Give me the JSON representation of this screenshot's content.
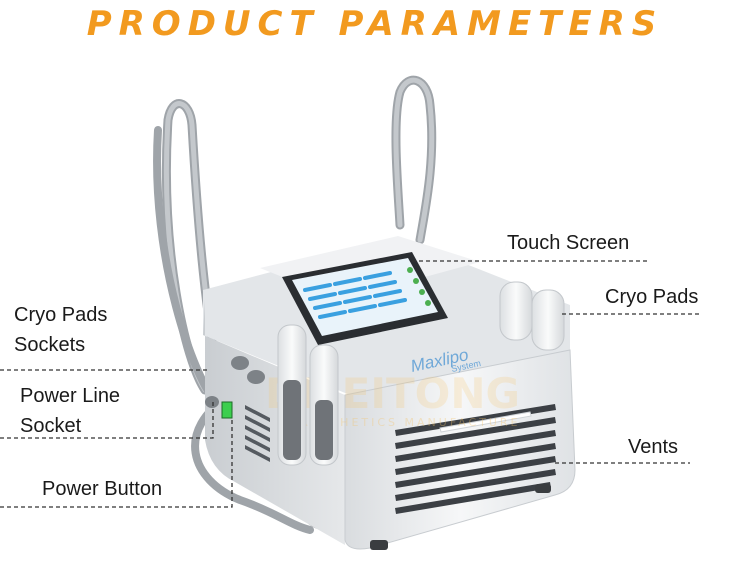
{
  "title": "PRODUCT PARAMETERS",
  "device": {
    "brand": "Maxlipo",
    "brand_sub": "System",
    "watermark": "DMEITONG",
    "watermark_sub": "AESTHETICS MANUFACTURE"
  },
  "labels": {
    "touch_screen": "Touch Screen",
    "cryo_pads_right": "Cryo Pads",
    "cryo_pads_sockets_line1": "Cryo Pads",
    "cryo_pads_sockets_line2": "Sockets",
    "power_line_socket_line1": "Power Line",
    "power_line_socket_line2": "Socket",
    "vents": "Vents",
    "power_button": "Power Button"
  },
  "colors": {
    "title": "#f29a1f",
    "leader_line": "#333333",
    "device_body": "#eef0f2",
    "screen_accent": "#3aa0e0"
  }
}
